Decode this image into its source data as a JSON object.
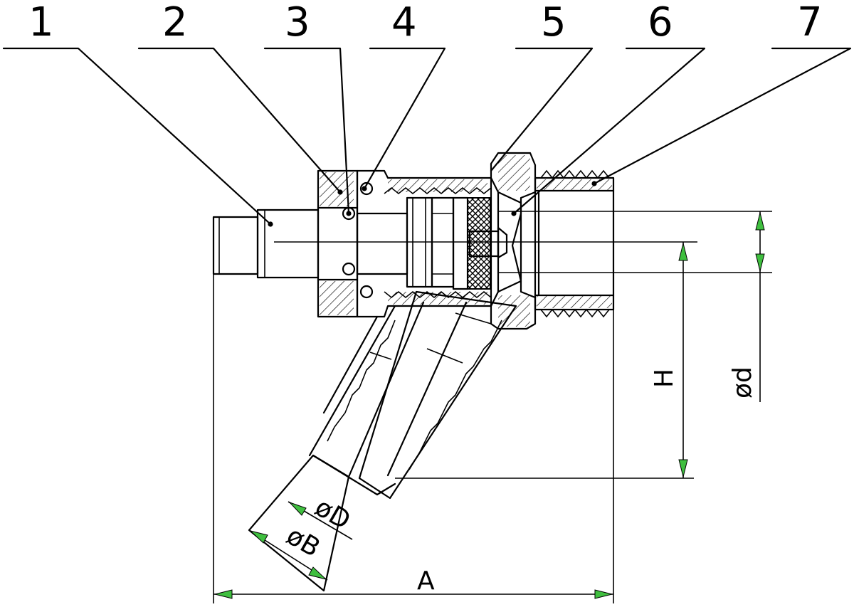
{
  "parts": [
    "1",
    "2",
    "3",
    "4",
    "5",
    "6",
    "7"
  ],
  "dimensions": {
    "A": "A",
    "H": "H",
    "d": "ød",
    "D": "øD",
    "B": "øB"
  },
  "colors": {
    "line": "#000000",
    "arrow": "#3fbf3f",
    "background": "#ffffff"
  }
}
